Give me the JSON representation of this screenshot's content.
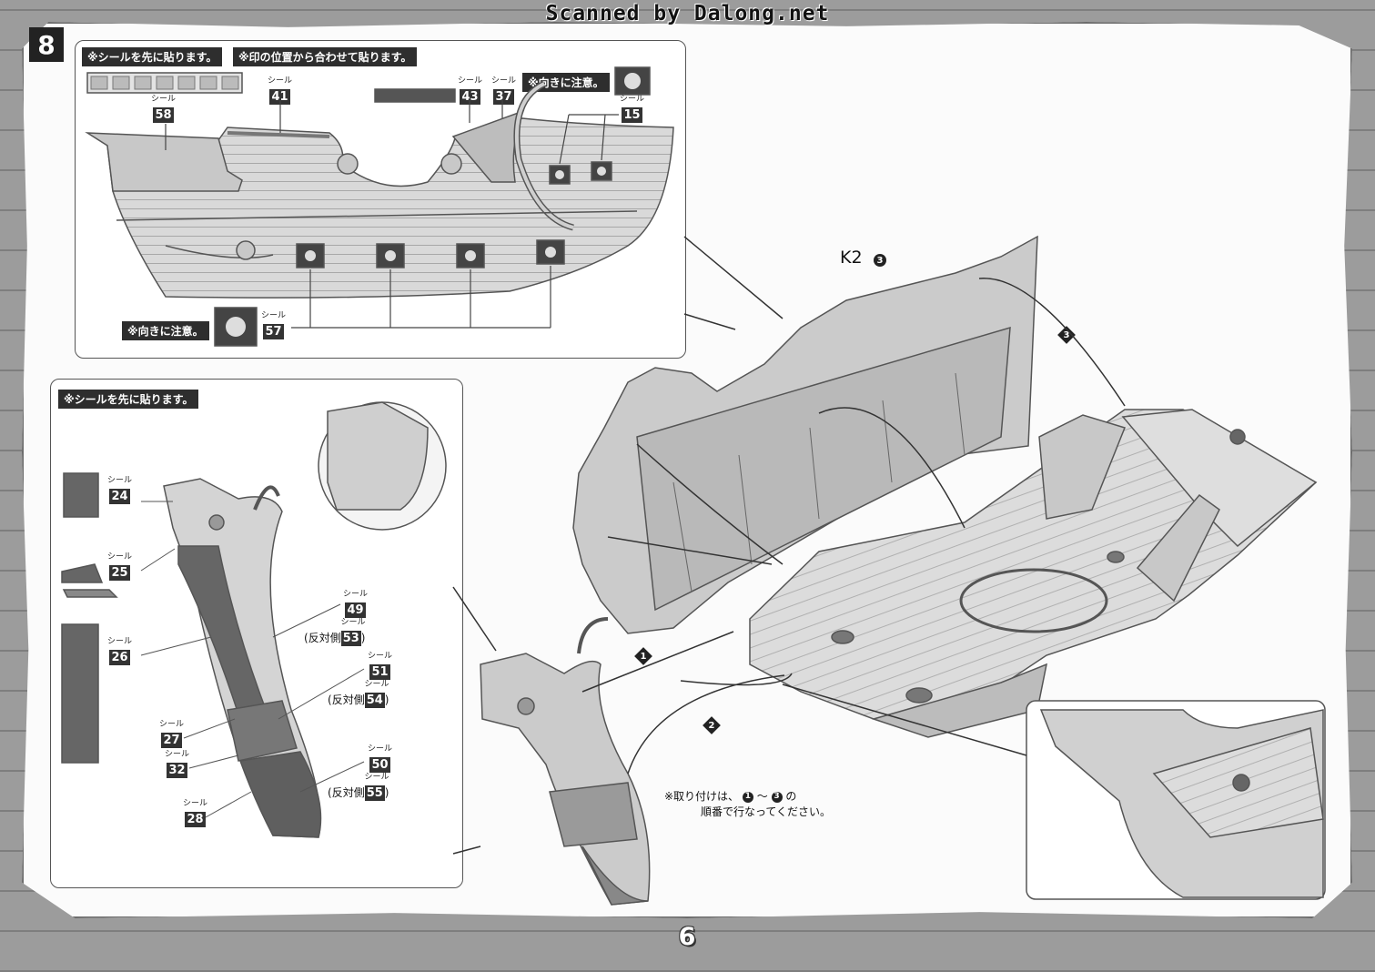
{
  "header": {
    "scan_credit": "Scanned by Dalong.net"
  },
  "step": {
    "number": "8"
  },
  "hull_panel": {
    "note_stickers_first": "※シールを先に貼ります。",
    "note_align_marks": "※印の位置から合わせて貼ります。",
    "note_orientation_top": "※向きに注意。",
    "note_orientation_bottom": "※向きに注意。",
    "seal_label": "シール",
    "seals": [
      "58",
      "41",
      "43",
      "37",
      "15",
      "57"
    ]
  },
  "figurehead_panel": {
    "note_stickers_first": "※シールを先に貼ります。",
    "seal_label": "シール",
    "opposite_side": "反対側",
    "seals_left": [
      "24",
      "25",
      "26",
      "27",
      "32",
      "28"
    ],
    "seals_right": [
      "49",
      "53",
      "51",
      "54",
      "50",
      "55"
    ]
  },
  "assembly": {
    "part_label": "K2",
    "part_step": "3",
    "steps": [
      "1",
      "2",
      "3"
    ],
    "instruction_line1_pre": "※取り付けは、",
    "instruction_line1_mid": "～",
    "instruction_line1_post": "の",
    "instruction_line2": "順番で行なってください。"
  },
  "footer": {
    "page_number": "6"
  }
}
